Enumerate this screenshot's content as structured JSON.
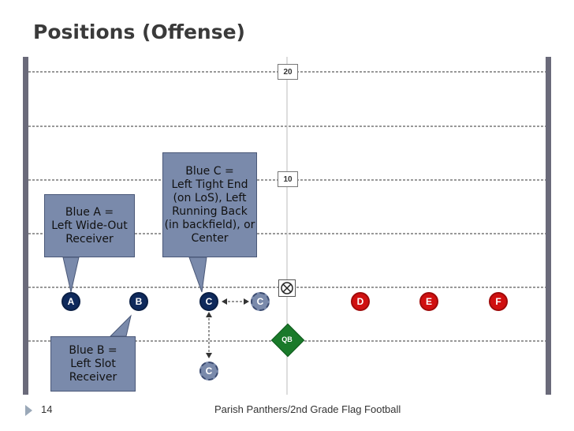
{
  "slide": {
    "title": "Positions (Offense)",
    "page_number": "14",
    "footer": "Parish Panthers/2nd Grade Flag Football"
  },
  "field": {
    "yard_markers": [
      "20",
      "10"
    ]
  },
  "callouts": {
    "blue_a": "Blue A =\nLeft Wide-Out\nReceiver",
    "blue_b": "Blue B =\nLeft Slot\nReceiver",
    "blue_c": "Blue C =\nLeft Tight End\n(on LoS), Left\nRunning Back\n(in backfield), or\nCenter"
  },
  "players": {
    "blue": [
      "A",
      "B",
      "C"
    ],
    "ghost": [
      "C",
      "C"
    ],
    "red": [
      "D",
      "E",
      "F"
    ],
    "qb_label": "QB"
  },
  "colors": {
    "blue_player": "#0f2a5c",
    "red_player": "#d01010",
    "qb": "#1a7a2a",
    "callout": "#7a8aab",
    "sideline": "#6a6a7a"
  }
}
